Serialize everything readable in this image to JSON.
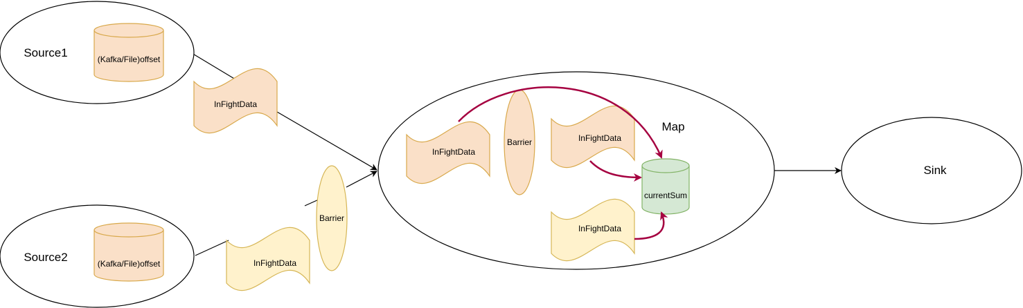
{
  "nodes": {
    "source1": {
      "label": "Source1",
      "store": "(Kafka/File)offset"
    },
    "source2": {
      "label": "Source2",
      "store": "(Kafka/File)offset"
    },
    "map": {
      "label": "Map",
      "inflight_left": "InFightData",
      "barrier": "Barrier",
      "inflight_top": "InFightData",
      "inflight_bottom": "InFightData",
      "state": "currentSum"
    },
    "sink": {
      "label": "Sink"
    }
  },
  "edges": {
    "inflight_s1": "InFightData",
    "barrier_s2": "Barrier",
    "inflight_s2": "InFightData"
  },
  "colors": {
    "orange_fill": "#FAE0C8",
    "orange_stroke": "#D8A84A",
    "yellow_fill": "#FFF2CC",
    "yellow_stroke": "#D6B656",
    "green_fill": "#D5E8D4",
    "green_stroke": "#82B366",
    "accent_arrow": "#A50040",
    "line": "#000000"
  }
}
